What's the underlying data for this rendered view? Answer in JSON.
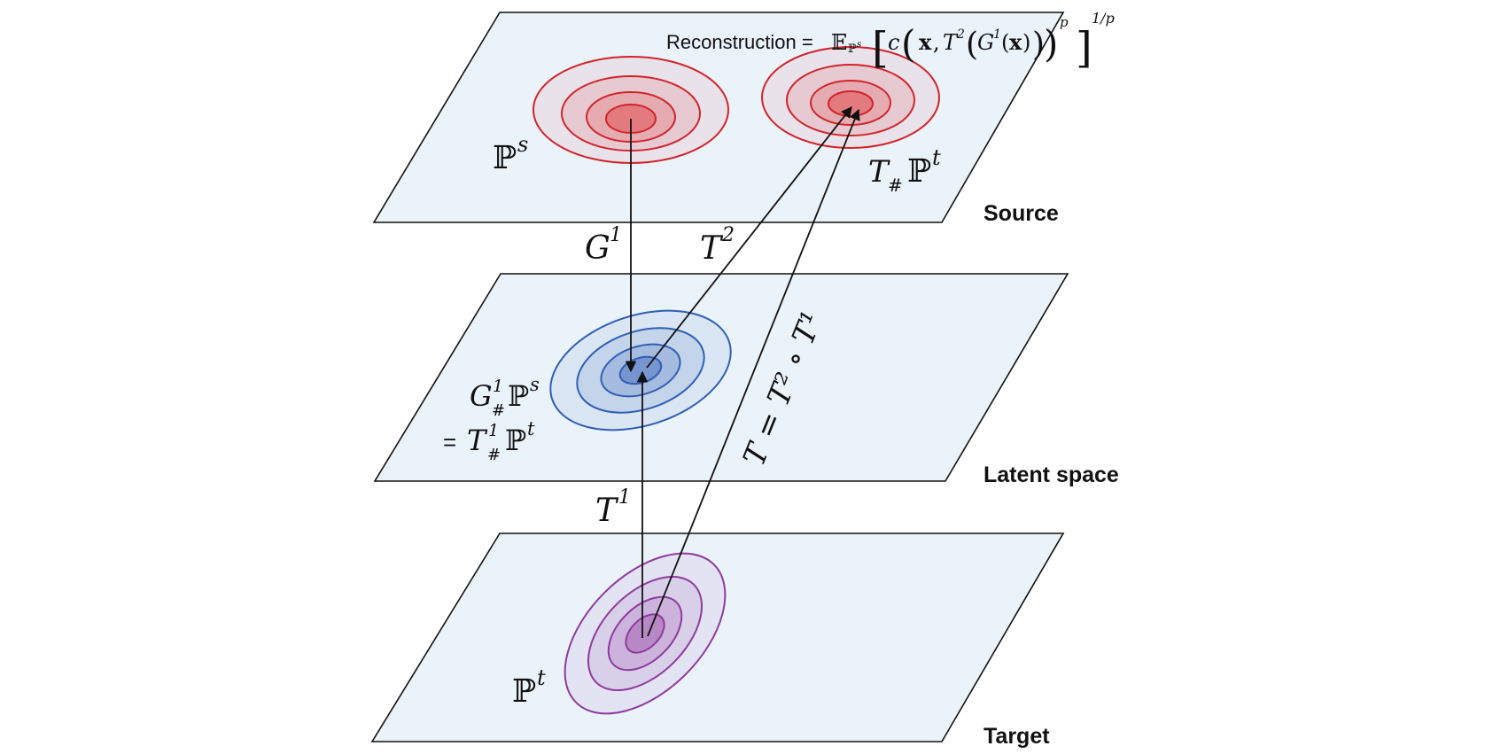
{
  "layers": {
    "source": "Source",
    "latent": "Latent space",
    "target": "Target"
  },
  "reconstruction": {
    "label": "Reconstruction =",
    "expectation": "𝔼",
    "measure": "ℙ",
    "measure_sup": "s",
    "cost": "c",
    "x1": "x",
    "map": "T",
    "map_sup": "2",
    "encoder": "G",
    "encoder_sup": "1",
    "x2": "x",
    "outer_sup": "p",
    "root_sup": "1/p"
  },
  "source_dist": {
    "symbol": "ℙ",
    "sup": "s"
  },
  "pushforward": {
    "map": "T",
    "sub": "#",
    "symbol": "ℙ",
    "sup": "t"
  },
  "arrows": {
    "g1": {
      "symbol": "G",
      "sup": "1"
    },
    "t2": {
      "symbol": "T",
      "sup": "2"
    },
    "t1": {
      "symbol": "T",
      "sup": "1"
    },
    "composite": "T = T² ∘ T¹"
  },
  "latent_dist": {
    "line1": {
      "symbol": "G",
      "sup": "1",
      "sub": "#",
      "measure": "ℙ",
      "measure_sup": "s"
    },
    "line2": {
      "prefix": "=",
      "symbol": "T",
      "sup": "1",
      "sub": "#",
      "measure": "ℙ",
      "measure_sup": "t"
    }
  },
  "target_dist": {
    "symbol": "ℙ",
    "sup": "t"
  },
  "colors": {
    "plane_fill": "#eaf2fa",
    "plane_stroke": "#111111",
    "red": "#d1242a",
    "blue": "#2f5fb3",
    "purple": "#8f3a9e"
  }
}
